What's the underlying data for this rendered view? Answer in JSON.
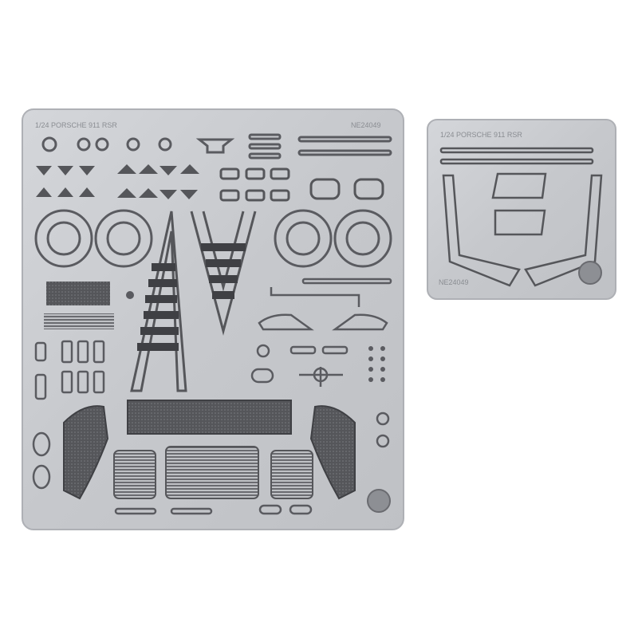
{
  "main_sheet": {
    "title": "1/24 PORSCHE 911 RSR",
    "code": "NE24049"
  },
  "small_sheet": {
    "title": "1/24 PORSCHE 911 RSR",
    "code": "NE24049"
  },
  "colors": {
    "sheet": "#c9cbcf",
    "sheet_edge": "#a9acb1",
    "part_dark": "#4a4a4e",
    "mesh": "#5a5a5e"
  }
}
